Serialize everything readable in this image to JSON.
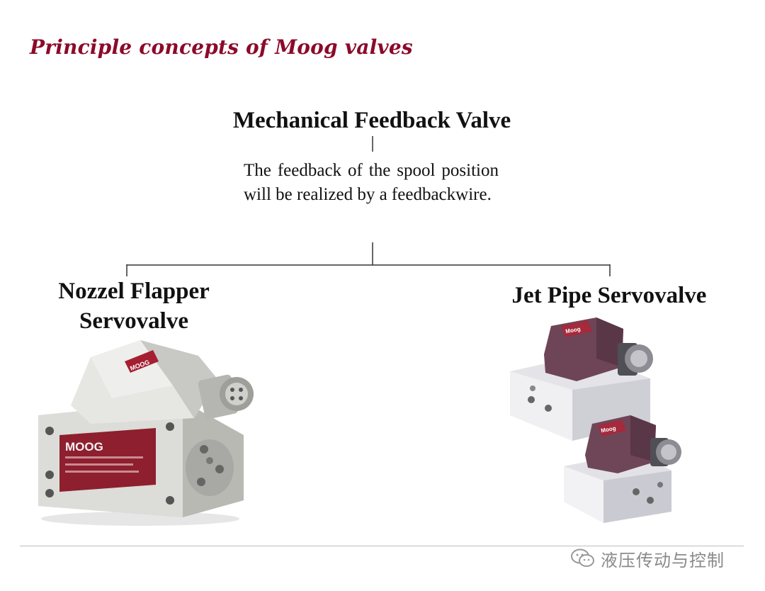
{
  "title": "Principle concepts of Moog valves",
  "root": {
    "label": "Mechanical Feedback Valve",
    "description": "The feedback of the spool position will be realized by a feedbackwire."
  },
  "branches": [
    {
      "label_line1": "Nozzel Flapper",
      "label_line2": "Servovalve",
      "image": "nozzle-flapper-servovalve-photo",
      "logo_text": "MOOG"
    },
    {
      "label": "Jet Pipe Servovalve",
      "image": "jet-pipe-servovalve-photo"
    }
  ],
  "footer": {
    "watermark": "液压传动与控制",
    "icon": "wechat-icon"
  },
  "colors": {
    "title": "#8b0a2a",
    "line": "#333333",
    "valve_body": "#d9d9d6",
    "coil": "#7a4d5c",
    "label_red": "#b0283a"
  }
}
